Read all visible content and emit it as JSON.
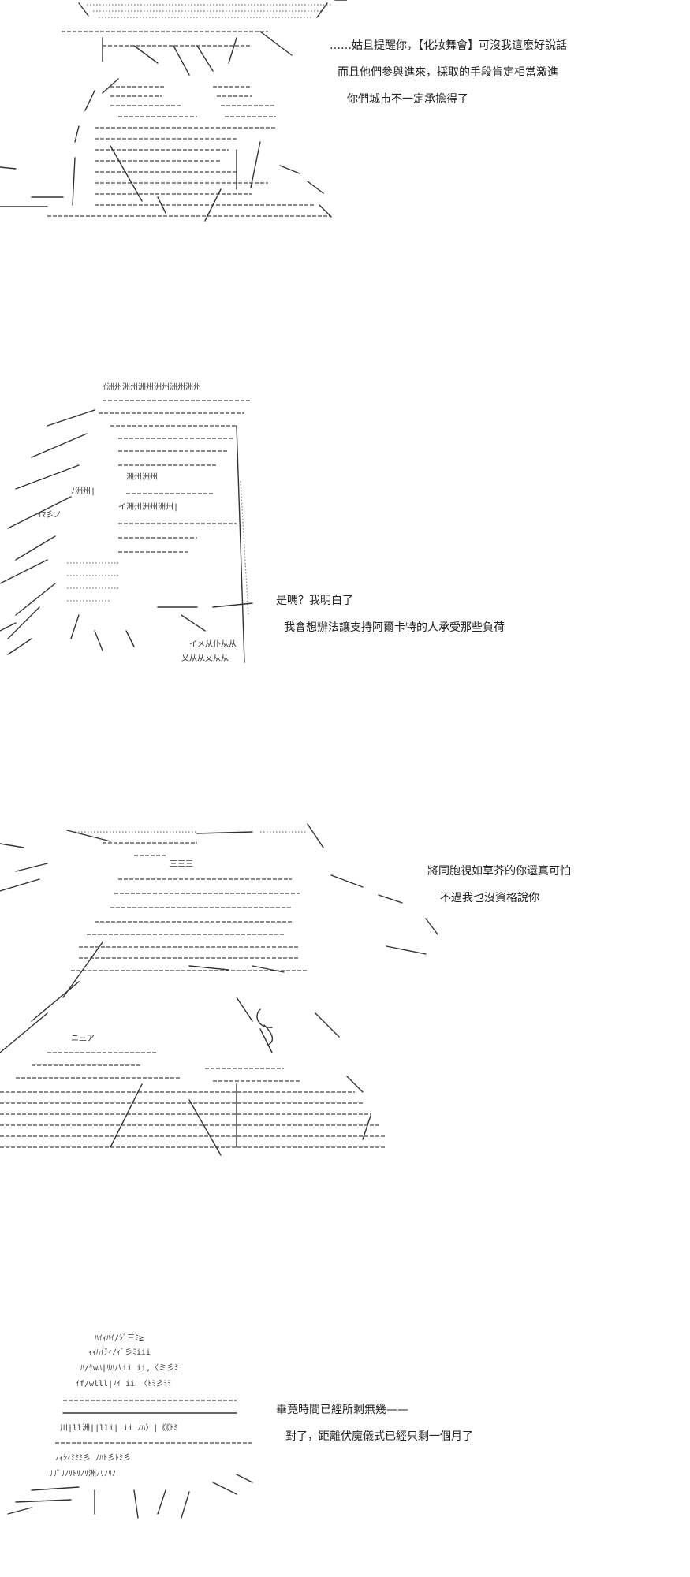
{
  "panels": [
    {
      "lines": [
        "……姑且提醒你，【化妝舞會】可沒我這麽好說話",
        "而且他們參與進來，採取的手段肯定相當激進",
        "你們城市不一定承擔得了"
      ]
    },
    {
      "art_text": [
        "ｲ洲州洲州洲州洲州洲州洲州",
        "洲州洲州",
        "イ洲州洲州洲州|",
        "ｲﾏ彡ノ",
        "ﾉ洲州|",
        "イメ从仆从从",
        "乂从从乂从从"
      ],
      "lines": [
        "是嗎？我明白了",
        "我會想辦法讓支持阿爾卡特的人承受那些負荷"
      ]
    },
    {
      "art_text": [
        "三三三",
        "ニ三ア"
      ],
      "lines": [
        "將同胞視如草芥的你還真可怕",
        "不過我也沒資格說你"
      ]
    },
    {
      "art_text": [
        "ﾊｲｨﾊｲ/ｼﾞ三ﾐ≧",
        "ｨｨﾊｲﾃｨ/ｨﾞ彡ﾐiii",
        "ﾊ/ｹwﾊ|ﾘﾊ八ii ii,〈ミ彡ﾐ",
        "ｲf/wlll|ﾉｲ ii 〈ﾄﾐ彡ﾐﾐ",
        "川|ll洲||lli| ii ﾉﾊ〉|《《ﾄﾐ",
        "ﾉｨｼｨﾐﾐﾐ彡 ﾉﾊﾄ彡ﾄﾐ彡",
        "ﾘﾘﾞﾘﾉﾘﾄﾘﾉﾘ洲ﾉﾘﾉﾘﾉ"
      ],
      "lines": [
        "畢竟時間已經所剩無幾——",
        "對了，距離伏魔儀式已經只剩一個月了"
      ]
    }
  ]
}
